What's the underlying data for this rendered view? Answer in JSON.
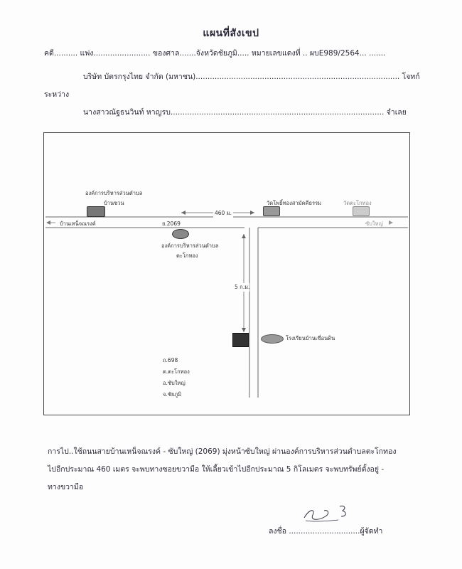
{
  "title": "แผนที่สังเขป",
  "case_line": "คดี.......... แพ่ง........................ ของศาล.......จังหวัดชัยภูมิ..... หมายเลขแดงที่ .. ผบE989/2564... .......",
  "plaintiff_line": "บริษัท บัตรกรุงไทย จำกัด (มหาชน)...................................................................................... โจทก์",
  "between": "ระหว่าง",
  "defendant_line": "นางสาวณัฐธนวินท์ หาญรบ.......................................................................................... จำเลย",
  "map": {
    "left_label_1": "องค์การบริหารส่วนตำบล",
    "left_label_2": "บ้านชวน",
    "top_right_label_1": "วัดโพธิ์ทองสามัคคีธรรม",
    "top_right_label_2": "วัดตะโกทอง",
    "distance_460": "460 ม.",
    "road_left": "บ้านเหน็จณรงค์",
    "road_number": "ย.2069",
    "road_right": "ซับใหญ่",
    "center_label_1": "องค์การบริหารส่วนตำบล",
    "center_label_2": "ตะโกทอง",
    "distance_5km": "5 ก.ม.",
    "school_label": "โรงเรียนบ้านเขื่อนดิน",
    "addr_1": "ถ.698",
    "addr_2": "ต.ตะโกทอง",
    "addr_3": "อ.ซับใหญ่",
    "addr_4": "จ.ชัยภูมิ"
  },
  "directions_1": "การไป..ใช้ถนนสายบ้านเหน็จณรงค์ - ซับใหญ่ (2069)  มุ่งหน้าซับใหญ่ ผ่านองค์การบริหารส่วนตำบลตะโกทอง",
  "directions_2": "ไปอีกประมาณ 460 เมตร จะพบทางซอยขวามือ ให้เลี้ยวเข้าไปอีกประมาณ 5 กิโลเมตร จะพบทรัพย์ตั้งอยู่   -",
  "directions_3": "ทางขวามือ",
  "sign_label": "ลงชื่อ ..............................ผู้จัดทำ"
}
